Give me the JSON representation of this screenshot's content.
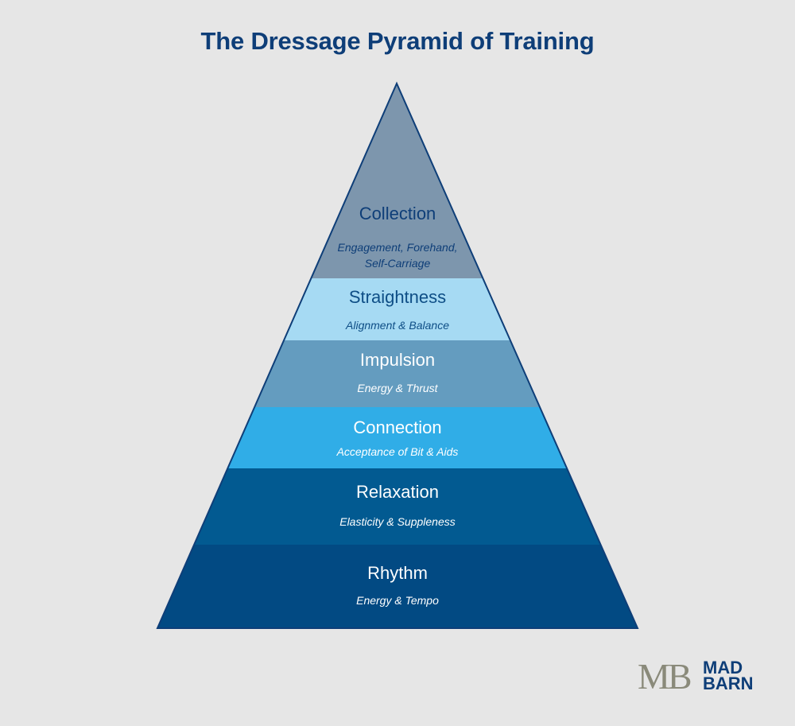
{
  "title": "The Dressage Pyramid of Training",
  "tiers": [
    {
      "name": "Collection",
      "subtitle_lines": [
        "Engagement, Forehand,",
        "Self-Carriage"
      ],
      "fill": "#7d96ad",
      "text_color": "#0e3e78"
    },
    {
      "name": "Straightness",
      "subtitle_lines": [
        "Alignment & Balance"
      ],
      "fill": "#a6daf3",
      "text_color": "#0e4e86"
    },
    {
      "name": "Impulsion",
      "subtitle_lines": [
        "Energy & Thrust"
      ],
      "fill": "#649cbf",
      "text_color": "#ffffff"
    },
    {
      "name": "Connection",
      "subtitle_lines": [
        "Acceptance of Bit & Aids"
      ],
      "fill": "#30ade7",
      "text_color": "#ffffff"
    },
    {
      "name": "Relaxation",
      "subtitle_lines": [
        "Elasticity & Suppleness"
      ],
      "fill": "#025a91",
      "text_color": "#ffffff"
    },
    {
      "name": "Rhythm",
      "subtitle_lines": [
        "Energy & Tempo"
      ],
      "fill": "#024a83",
      "text_color": "#ffffff"
    }
  ],
  "outline_color": "#0e3e78",
  "logo": {
    "monogram": "MB",
    "word1": "MAD",
    "word2": "BARN"
  }
}
